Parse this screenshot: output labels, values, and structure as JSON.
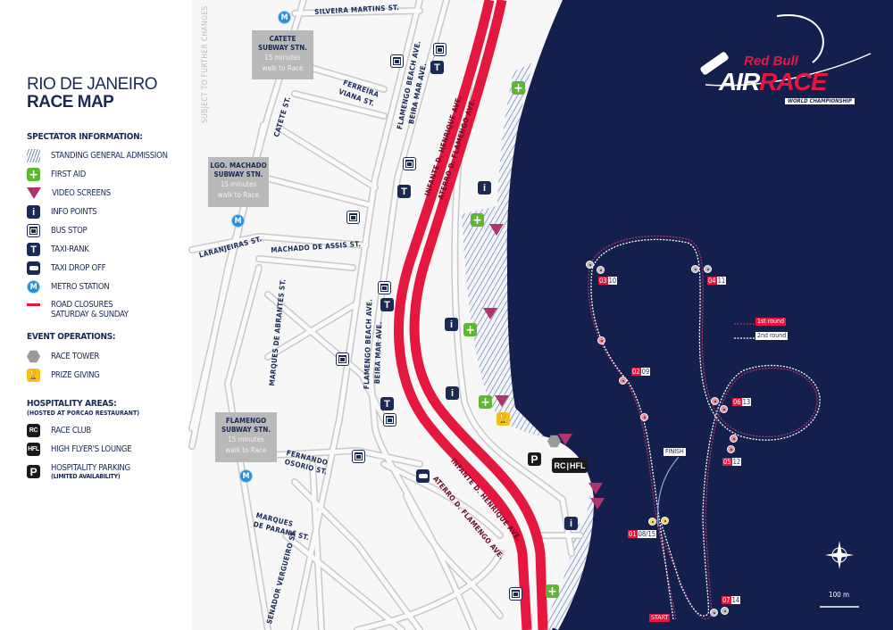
{
  "header": {
    "title_line1": "RIO DE JANEIRO",
    "title_line2": "RACE MAP"
  },
  "disclaimer": "SUBJECT TO FURTHER CHANGES",
  "icons": {
    "taxi": "T",
    "info": "i",
    "first_aid": "+",
    "metro": "M",
    "parking": "P",
    "rc": "RC",
    "hfl": "HFL",
    "prize": "🏆"
  },
  "legend": {
    "spectator_heading": "SPECTATOR INFORMATION:",
    "spectator": [
      {
        "label": "STANDING GENERAL ADMISSION",
        "icon": "hatch"
      },
      {
        "label": "FIRST AID",
        "icon": "first-aid"
      },
      {
        "label": "VIDEO SCREENS",
        "icon": "video-screen"
      },
      {
        "label": "INFO POINTS",
        "icon": "info"
      },
      {
        "label": "BUS STOP",
        "icon": "bus"
      },
      {
        "label": "TAXI-RANK",
        "icon": "taxi"
      },
      {
        "label": "TAXI DROP OFF",
        "icon": "taxi-drop"
      },
      {
        "label": "METRO STATION",
        "icon": "metro"
      },
      {
        "label": "ROAD CLOSURES",
        "label2": "SATURDAY & SUNDAY",
        "icon": "road-closure"
      }
    ],
    "event_heading": "EVENT OPERATIONS:",
    "event": [
      {
        "label": "RACE TOWER",
        "icon": "race-tower"
      },
      {
        "label": "PRIZE  GIVING",
        "icon": "prize"
      }
    ],
    "hospitality_heading": "HOSPITALITY AREAS:",
    "hospitality_sub": "(HOSTED AT PORCAO RESTAURANT)",
    "hospitality": [
      {
        "label": "RACE CLUB",
        "icon": "rc"
      },
      {
        "label": "HIGH FLYER'S LOUNGE",
        "icon": "hfl"
      },
      {
        "label": "HOSPITALITY PARKING",
        "label2": "(LIMITED AVAILABILITY)",
        "icon": "parking"
      }
    ]
  },
  "streets": {
    "silveira": "SILVEIRA MARTINS ST.",
    "ferreira1": "FERREIRA",
    "ferreira2": "VIANA ST.",
    "catete": "CATETE ST.",
    "laranjeiras": "LARANJEIRAS ST.",
    "machado": "MACHADO DE ASSIS ST.",
    "flamengo_beach_1": "FLAMENGO BEACH AVE.",
    "beira_mar_1": "BEIRA MAR AVE.",
    "flamengo_beach_2": "FLAMENGO BEACH AVE.",
    "beira_mar_2": "BEIRA MAR AVE.",
    "infante_1": "INFANTE D. HENRIQUE AVE.",
    "aterro_1": "ATERRO D. FLAMENGO AVE.",
    "infante_2": "INFANTE D. HENRIQUE AVE.",
    "aterro_2": "ATERRO D. FLAMENGO AVE.",
    "abrantes": "MARQUES DE ABRANTES ST.",
    "fernando1": "FERNANDO",
    "fernando2": "OSORIO ST.",
    "parana1": "MARQUES",
    "parana2": "DE PARANÁ ST.",
    "vergueiro": "SENADOR VERGUEIRO ST."
  },
  "subway": [
    {
      "name1": "CATETE",
      "name2": "SUBWAY STN.",
      "walk1": "15 minutes",
      "walk2": "walk to  Race"
    },
    {
      "name1": "LGO. MACHADO",
      "name2": "SUBWAY STN.",
      "walk1": "15 minutes",
      "walk2": "walk to  Race"
    },
    {
      "name1": "FLAMENGO",
      "name2": "SUBWAY STN.",
      "walk1": "15 minutes",
      "walk2": "walk to  Race"
    }
  ],
  "course": {
    "gates": [
      {
        "a": "03",
        "b": "10"
      },
      {
        "a": "04",
        "b": "11"
      },
      {
        "a": "02",
        "b": "09"
      },
      {
        "a": "06",
        "b": "13"
      },
      {
        "a": "05",
        "b": "12"
      },
      {
        "a": "01",
        "b": "08/15"
      },
      {
        "a": "07",
        "b": "14"
      }
    ],
    "start": "START",
    "finish": "FINISH",
    "round1": "1st round",
    "round2": "2nd round",
    "scale": "100 m",
    "colors": {
      "round1": "#b0336e",
      "round2": "#ffffff"
    }
  },
  "logo": {
    "brand": "Red Bull",
    "name1": "AIR",
    "name2": "RACE",
    "tagline": "WORLD CHAMPIONSHIP"
  },
  "colors": {
    "sea": "#13204d",
    "road_closure": "#e4173f",
    "navy": "#1b2a55"
  }
}
